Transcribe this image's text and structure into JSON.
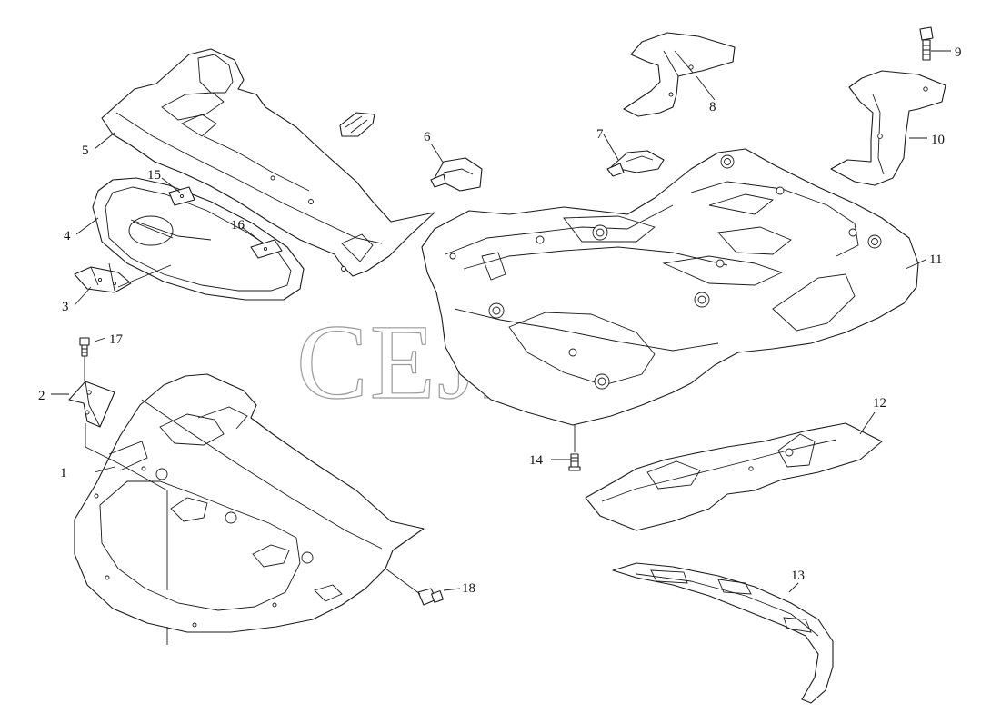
{
  "watermark": "CEJIM",
  "callouts": [
    {
      "id": "1",
      "label": "1"
    },
    {
      "id": "2",
      "label": "2"
    },
    {
      "id": "3",
      "label": "3"
    },
    {
      "id": "4",
      "label": "4"
    },
    {
      "id": "5",
      "label": "5"
    },
    {
      "id": "6",
      "label": "6"
    },
    {
      "id": "7",
      "label": "7"
    },
    {
      "id": "8",
      "label": "8"
    },
    {
      "id": "9",
      "label": "9"
    },
    {
      "id": "10",
      "label": "10"
    },
    {
      "id": "11",
      "label": "11"
    },
    {
      "id": "12",
      "label": "12"
    },
    {
      "id": "13",
      "label": "13"
    },
    {
      "id": "14",
      "label": "14"
    },
    {
      "id": "15",
      "label": "15"
    },
    {
      "id": "16",
      "label": "16"
    },
    {
      "id": "17",
      "label": "17"
    },
    {
      "id": "18",
      "label": "18"
    }
  ]
}
